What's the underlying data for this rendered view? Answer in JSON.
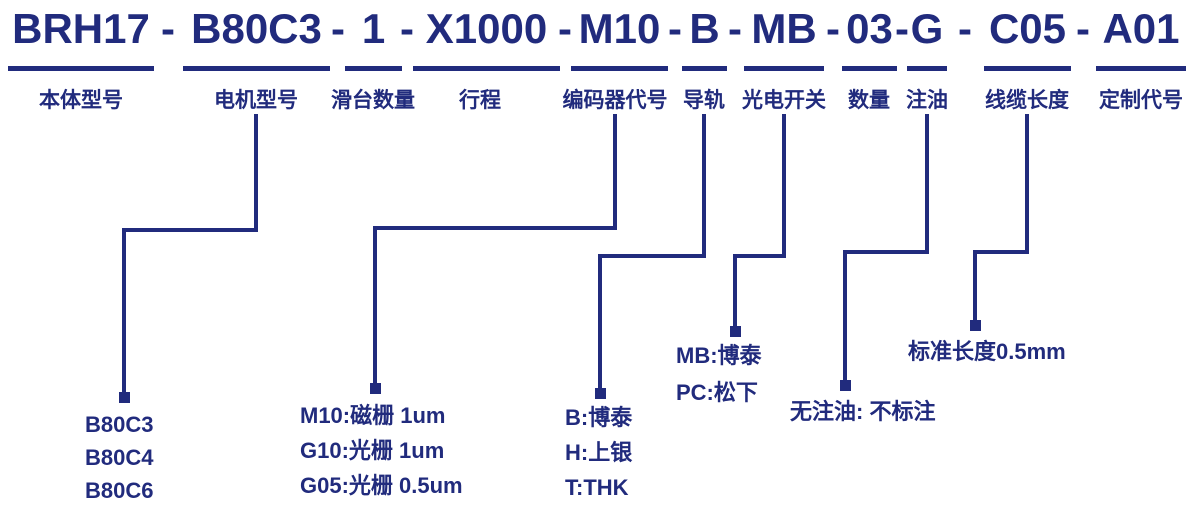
{
  "colors": {
    "ink": "#212b7d",
    "background": "#ffffff"
  },
  "model_code": {
    "full": "BRH17-B80C3-1-X1000-M10-B-MB-03-G-C05-A01",
    "separator": "-",
    "segments": [
      {
        "code": "BRH17",
        "label": "本体型号"
      },
      {
        "code": "B80C3",
        "label": "电机型号"
      },
      {
        "code": "1",
        "label": "滑台数量"
      },
      {
        "code": "X1000",
        "label": "行程"
      },
      {
        "code": "M10",
        "label": "编码器代号"
      },
      {
        "code": "B",
        "label": "导轨"
      },
      {
        "code": "MB",
        "label": "光电开关"
      },
      {
        "code": "03",
        "label": "数量"
      },
      {
        "code": "G",
        "label": "注油"
      },
      {
        "code": "C05",
        "label": "线缆长度"
      },
      {
        "code": "A01",
        "label": "定制代号"
      }
    ]
  },
  "legends": {
    "motor_models": [
      "B80C3",
      "B80C4",
      "B80C6"
    ],
    "encoder_codes": [
      "M10:磁栅 1um",
      "G10:光栅 1um",
      "G05:光栅 0.5um"
    ],
    "guide_rails": [
      "B:博泰",
      "H:上银",
      "T:THK"
    ],
    "photo_switches": [
      "MB:博泰",
      "PC:松下"
    ],
    "oil_note": "无注油: 不标注",
    "cable_note": "标准长度0.5mm"
  }
}
